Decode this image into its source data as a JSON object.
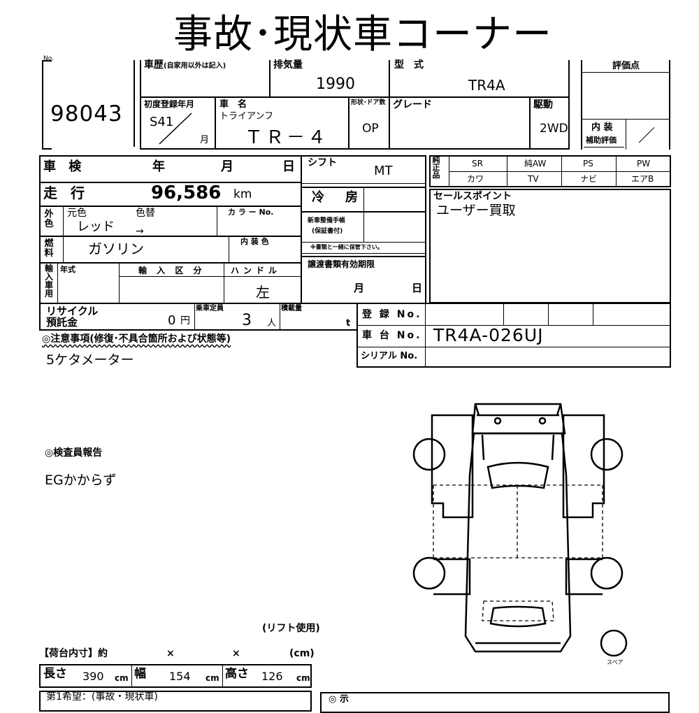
{
  "title": "事故･現状車コーナー",
  "lot": {
    "label": "No.",
    "value": "98043"
  },
  "history": {
    "label": "車歴",
    "note": "(自家用以外は記入)"
  },
  "displacement": {
    "label": "排気量",
    "value": "1990"
  },
  "model_code": {
    "label": "型　式",
    "value": "TR4A"
  },
  "score": {
    "label": "評価点",
    "value": ""
  },
  "first_reg": {
    "label": "初度登録年月",
    "era": "S41",
    "month_label": "月"
  },
  "car_name": {
    "label": "車　名",
    "kana": "トライアンフ",
    "value": "ＴＲ－４"
  },
  "body_doors": {
    "label": "形状･ドア数",
    "value": "OP"
  },
  "grade": {
    "label": "グレード",
    "value": ""
  },
  "drive": {
    "label": "駆動",
    "value": "2WD"
  },
  "interior_eval": {
    "label1": "内 装",
    "label2": "補助評価",
    "value": "／"
  },
  "inspection": {
    "label": "車 検",
    "year": "年",
    "month": "月",
    "day": "日"
  },
  "shift": {
    "label": "シフト",
    "value": "MT"
  },
  "equipment": {
    "label": "純正品",
    "row1": [
      "SR",
      "純AW",
      "PS",
      "PW"
    ],
    "row2": [
      "カワ",
      "TV",
      "ナビ",
      "エアB"
    ]
  },
  "mileage": {
    "label": "走 行",
    "value": "96,586",
    "unit": "km"
  },
  "aircon": {
    "label": "冷　房",
    "value": ""
  },
  "sales_point": {
    "label": "セールスポイント",
    "value": "ユーザー買取"
  },
  "color": {
    "label": "外色",
    "original_label": "元色",
    "change_label": "色替",
    "value": "レッド",
    "arrow": "→",
    "code_label": "カ ラ ー No."
  },
  "warranty": {
    "line1": "新車整備手帳",
    "line2": "(保証書付)",
    "note": "※書類と一緒に保管下さい。"
  },
  "fuel": {
    "label": "燃料",
    "value": "ガソリン",
    "interior_color_label": "内 装 色"
  },
  "import": {
    "label": "輸入車用",
    "year_label": "年式",
    "type_label": "輸 入 区 分",
    "handle_label": "ハンドル",
    "handle_value": "左"
  },
  "transfer_docs": {
    "label": "譲渡書類有効期限",
    "month": "月",
    "day": "日"
  },
  "recycle": {
    "label1": "リサイクル",
    "label2": "預託金",
    "value": "0",
    "unit": "円"
  },
  "capacity": {
    "label": "乗車定員",
    "value": "3",
    "unit": "人"
  },
  "load": {
    "label": "積載量",
    "unit": "t"
  },
  "registration": {
    "label": "登 録 No."
  },
  "chassis": {
    "label": "車 台 No.",
    "value": "TR4A-026UJ"
  },
  "serial": {
    "label": "シリアル No."
  },
  "notes": {
    "label": "◎注意事項(修復･不具合箇所および状態等)",
    "value": "5ケタメーター"
  },
  "inspector": {
    "label": "◎検査員報告",
    "value": "EGかからず"
  },
  "lift": {
    "label": "リフト使用"
  },
  "cargo": {
    "label": "【荷台内寸】約",
    "x1": "×",
    "x2": "×",
    "unit": "(cm)",
    "length_label": "長さ",
    "length": "390",
    "width_label": "幅",
    "width": "154",
    "height_label": "高さ",
    "height": "126",
    "cm": "cm"
  },
  "spare_label": "スペア",
  "bottom_left": "第1希望：(事故・現状車)",
  "bottom_right": "◎ 示"
}
